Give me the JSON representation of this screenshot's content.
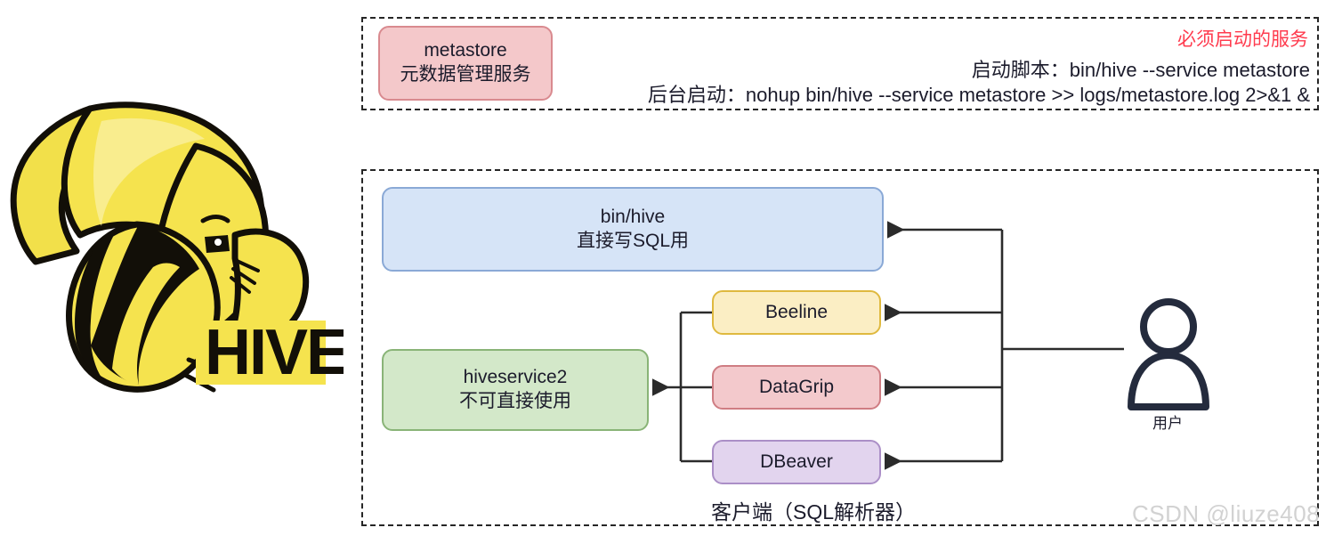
{
  "diagram": {
    "title": "Hive service architecture diagram",
    "logo": {
      "name": "hive-logo",
      "wordmark": "HIVE"
    },
    "metastore_panel": {
      "node": {
        "id": "metastore",
        "line1": "metastore",
        "line2": "元数据管理服务",
        "fill": "#f4c8ca",
        "stroke": "#d98a8f"
      },
      "must_start_label": "必须启动的服务",
      "must_start_color": "#ff3b4e",
      "start_script_line": "启动脚本：bin/hive --service metastore",
      "background_start_line": "后台启动：nohup bin/hive --service metastore >> logs/metastore.log 2>&1 &"
    },
    "client_panel": {
      "caption": "客户端（SQL解析器）",
      "nodes": [
        {
          "id": "bin-hive",
          "line1": "bin/hive",
          "line2": "直接写SQL用",
          "fill": "#d6e4f7",
          "stroke": "#8aa9d6"
        },
        {
          "id": "hiveservice2",
          "line1": "hiveservice2",
          "line2": "不可直接使用",
          "fill": "#d3e8c9",
          "stroke": "#89b477"
        },
        {
          "id": "beeline",
          "line1": "Beeline",
          "line2": "",
          "fill": "#fbeec4",
          "stroke": "#dfb93f"
        },
        {
          "id": "datagrip",
          "line1": "DataGrip",
          "line2": "",
          "fill": "#f3c9cc",
          "stroke": "#cf7d83"
        },
        {
          "id": "dbeaver",
          "line1": "DBeaver",
          "line2": "",
          "fill": "#e2d4ee",
          "stroke": "#ab8fc7"
        }
      ],
      "actor": {
        "id": "user",
        "label": "用户",
        "icon": "user-person-icon",
        "color": "#242b3d"
      },
      "edges": [
        {
          "from": "user",
          "to": "bin-hive",
          "arrow": "left"
        },
        {
          "from": "user",
          "to": "beeline",
          "arrow": "left"
        },
        {
          "from": "user",
          "to": "datagrip",
          "arrow": "left"
        },
        {
          "from": "user",
          "to": "dbeaver",
          "arrow": "left"
        },
        {
          "from": "beeline",
          "to": "hiveservice2",
          "arrow": "left"
        },
        {
          "from": "datagrip",
          "to": "hiveservice2",
          "arrow": "left"
        },
        {
          "from": "dbeaver",
          "to": "hiveservice2",
          "arrow": "left"
        }
      ]
    },
    "watermark": "CSDN @liuze408"
  }
}
